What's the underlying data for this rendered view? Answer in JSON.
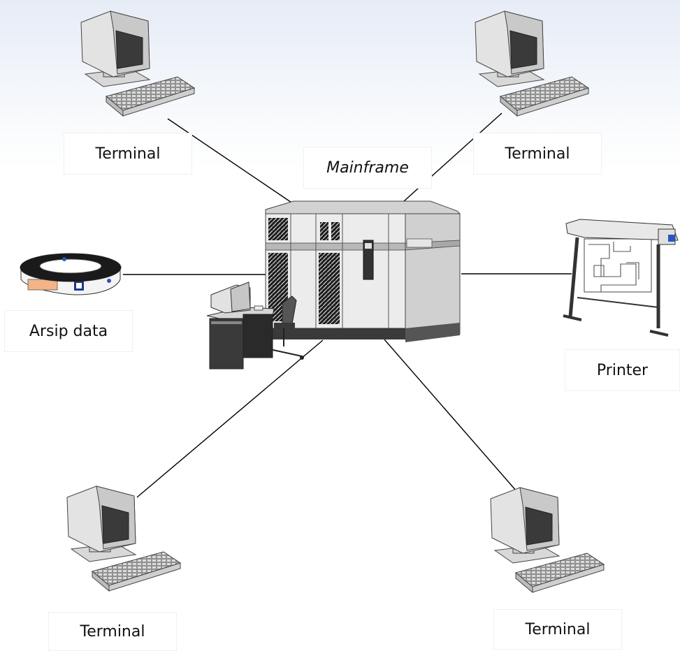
{
  "diagram": {
    "nodes": {
      "terminal_top_left": "Terminal",
      "terminal_top_right": "Terminal",
      "terminal_bottom_left": "Terminal",
      "terminal_bottom_right": "Terminal",
      "mainframe": "Mainframe",
      "archive": "Arsip data",
      "printer": "Printer"
    },
    "connections": [
      [
        "mainframe",
        "terminal_top_left"
      ],
      [
        "mainframe",
        "terminal_top_right"
      ],
      [
        "mainframe",
        "terminal_bottom_left"
      ],
      [
        "mainframe",
        "terminal_bottom_right"
      ],
      [
        "mainframe",
        "archive"
      ],
      [
        "mainframe",
        "printer"
      ]
    ],
    "colors": {
      "line": "#000000",
      "equipment": "#e2e2e2",
      "screen": "#3c3c3c"
    }
  }
}
